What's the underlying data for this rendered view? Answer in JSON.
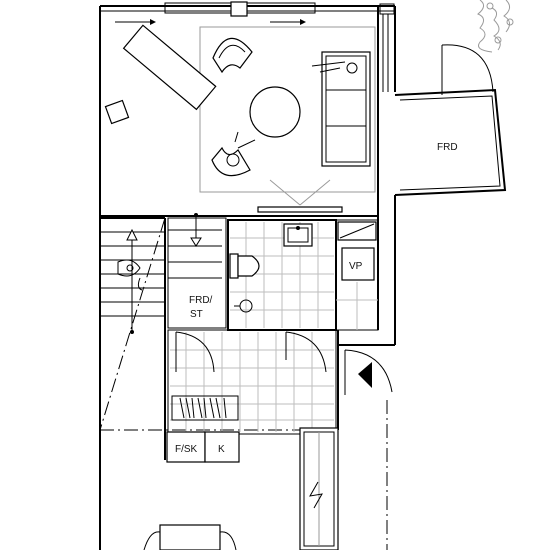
{
  "plan": {
    "labels": {
      "storage_room": "FRD",
      "stair_storage_line1": "FRD/",
      "stair_storage_line2": "ST",
      "water_heater": "VP",
      "freezer_fridge": "F/SK",
      "fridge": "K"
    }
  }
}
